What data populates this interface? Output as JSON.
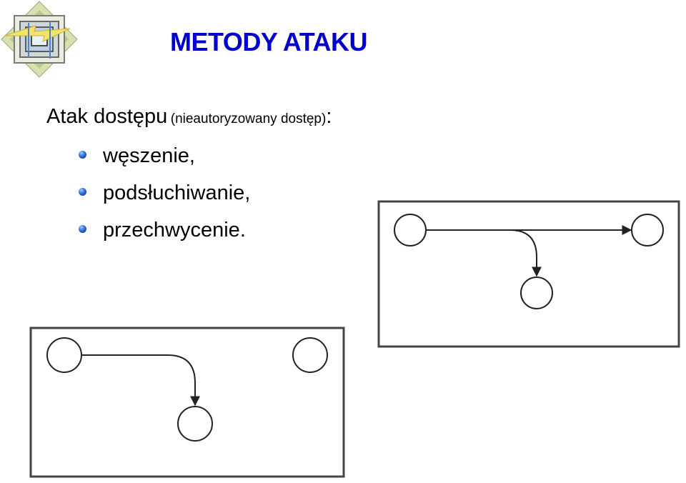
{
  "slide": {
    "title": "METODY ATAKU",
    "heading": {
      "main": "Atak dostępu",
      "sub": "(nieautoryzowany dostęp)",
      "colon": ":"
    },
    "bullets": [
      "węszenie,",
      "podsłuchiwanie,",
      "przechwycenie."
    ],
    "colors": {
      "title": "#0000cc",
      "text": "#000000"
    }
  },
  "diagrams": [
    {
      "name": "diagram-interception",
      "description_nodes": 3
    },
    {
      "name": "diagram-redirection",
      "description_nodes": 3
    }
  ]
}
